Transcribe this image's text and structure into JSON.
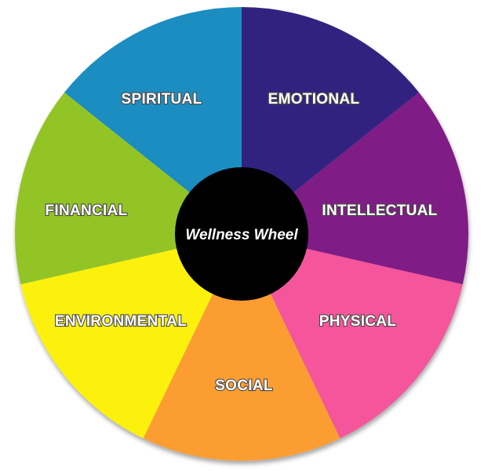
{
  "wheel": {
    "center_label": "Wellness Wheel",
    "center_color": "#000000",
    "segments": [
      {
        "label": "EMOTIONAL",
        "color": "#33247f"
      },
      {
        "label": "INTELLECTUAL",
        "color": "#801a85"
      },
      {
        "label": "PHYSICAL",
        "color": "#f4559b"
      },
      {
        "label": "SOCIAL",
        "color": "#fc9d33"
      },
      {
        "label": "ENVIRONMENTAL",
        "color": "#fbf10e"
      },
      {
        "label": "FINANCIAL",
        "color": "#93c426"
      },
      {
        "label": "SPIRITUAL",
        "color": "#1b8dc0"
      }
    ]
  }
}
